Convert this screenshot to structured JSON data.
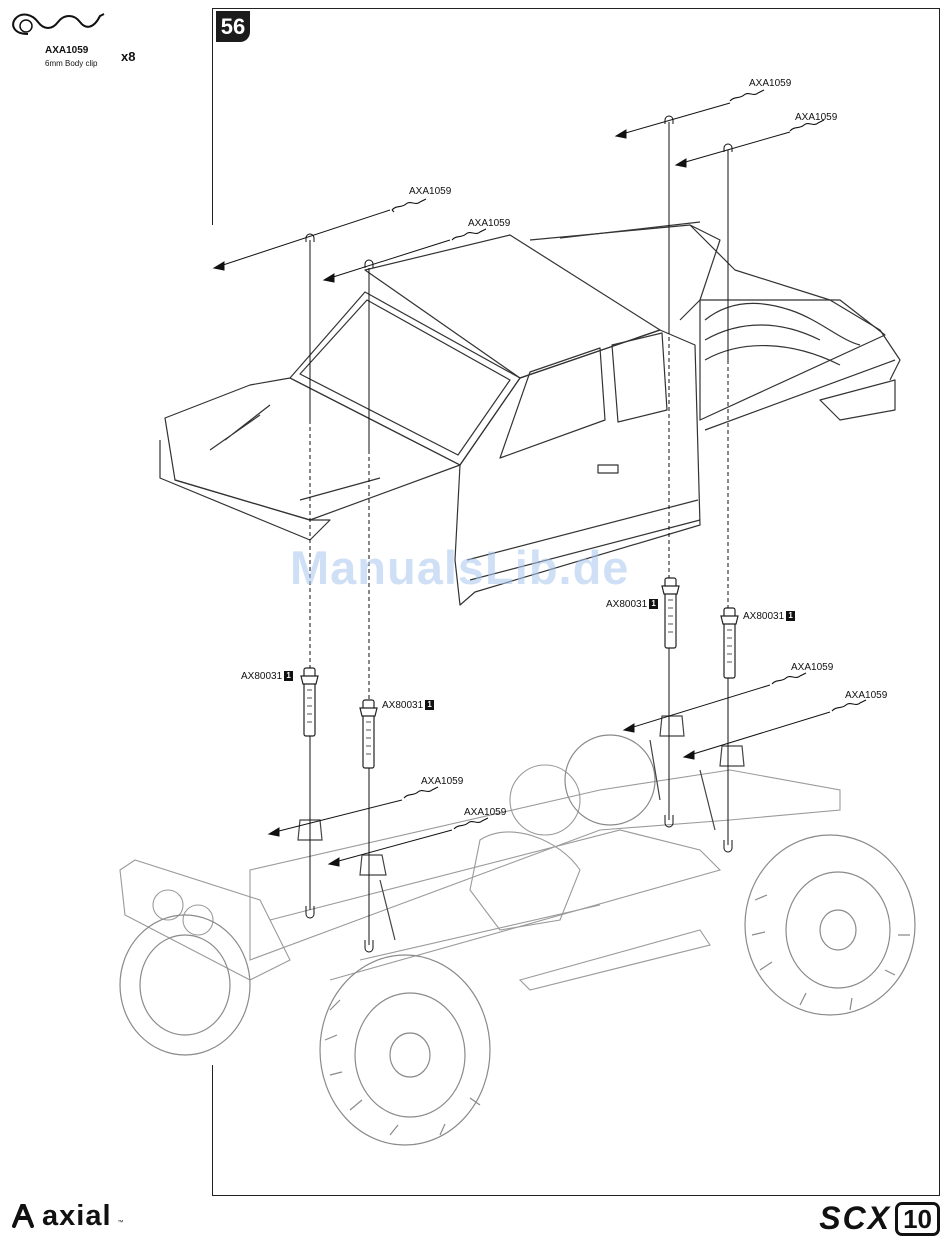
{
  "step": {
    "number": "56"
  },
  "parts_key": {
    "part_number": "AXA1059",
    "description": "6mm Body clip",
    "quantity": "x8"
  },
  "callouts": {
    "clip_label": "AXA1059",
    "post_label": "AX80031",
    "post_ref": "1"
  },
  "watermark": "ManualsLib.de",
  "footer": {
    "brand": "axial",
    "trademark": "™",
    "model": "SCX",
    "model_number": "10"
  }
}
